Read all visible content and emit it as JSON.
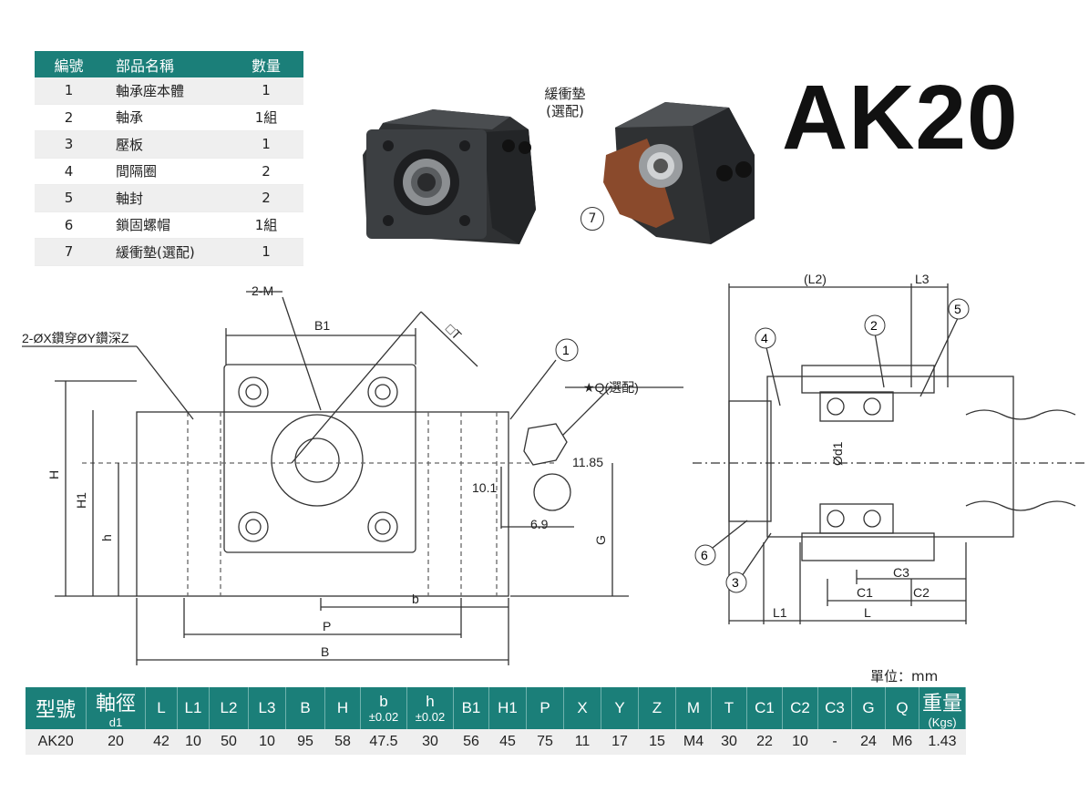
{
  "parts_table": {
    "headers": [
      "編號",
      "部品名稱",
      "數量"
    ],
    "rows": [
      [
        "1",
        "軸承座本體",
        "1"
      ],
      [
        "2",
        "軸承",
        "1組"
      ],
      [
        "3",
        "壓板",
        "1"
      ],
      [
        "4",
        "間隔圈",
        "2"
      ],
      [
        "5",
        "軸封",
        "2"
      ],
      [
        "6",
        "鎖固螺帽",
        "1組"
      ],
      [
        "7",
        "緩衝墊(選配)",
        "1"
      ]
    ]
  },
  "model_title": "AK20",
  "photo": {
    "cushion_label_line1": "緩衝墊",
    "cushion_label_line2": "(選配)",
    "cushion_marker": "7"
  },
  "front_view": {
    "label_2M": "2-M",
    "label_hole": "2-ØX鑽穿ØY鑽深Z",
    "label_B1": "B1",
    "label_T": "□T",
    "marker_1": "1",
    "label_Q": "★Q(選配)",
    "dim_1185": "11.85",
    "dim_101": "10.1",
    "dim_69": "6.9",
    "label_H": "H",
    "label_H1": "H1",
    "label_h": "h",
    "label_G": "G",
    "label_b": "b",
    "label_P": "P",
    "label_B": "B"
  },
  "section_view": {
    "label_L2": "(L2)",
    "label_L3": "L3",
    "marker_2": "2",
    "marker_3": "3",
    "marker_4": "4",
    "marker_5": "5",
    "marker_6": "6",
    "label_d1": "Ød1",
    "label_C3": "C3",
    "label_C1": "C1",
    "label_C2": "C2",
    "label_L1": "L1",
    "label_L": "L"
  },
  "unit_label": "單位：mm",
  "spec_table": {
    "headers": [
      {
        "top": "型號",
        "sub": ""
      },
      {
        "top": "軸徑",
        "sub": "d1"
      },
      {
        "top": "L",
        "sub": ""
      },
      {
        "top": "L1",
        "sub": ""
      },
      {
        "top": "L2",
        "sub": ""
      },
      {
        "top": "L3",
        "sub": ""
      },
      {
        "top": "B",
        "sub": ""
      },
      {
        "top": "H",
        "sub": ""
      },
      {
        "top": "b",
        "sub": "±0.02"
      },
      {
        "top": "h",
        "sub": "±0.02"
      },
      {
        "top": "B1",
        "sub": ""
      },
      {
        "top": "H1",
        "sub": ""
      },
      {
        "top": "P",
        "sub": ""
      },
      {
        "top": "X",
        "sub": ""
      },
      {
        "top": "Y",
        "sub": ""
      },
      {
        "top": "Z",
        "sub": ""
      },
      {
        "top": "M",
        "sub": ""
      },
      {
        "top": "T",
        "sub": ""
      },
      {
        "top": "C1",
        "sub": ""
      },
      {
        "top": "C2",
        "sub": ""
      },
      {
        "top": "C3",
        "sub": ""
      },
      {
        "top": "G",
        "sub": ""
      },
      {
        "top": "Q",
        "sub": ""
      },
      {
        "top": "重量",
        "sub": "(Kgs)"
      }
    ],
    "row": [
      "AK20",
      "20",
      "42",
      "10",
      "50",
      "10",
      "95",
      "58",
      "47.5",
      "30",
      "56",
      "45",
      "75",
      "11",
      "17",
      "15",
      "M4",
      "30",
      "22",
      "10",
      "-",
      "24",
      "M6",
      "1.43"
    ]
  },
  "colors": {
    "accent": "#1b7f79",
    "row_alt": "#efefef",
    "block_dark": "#3a3c3e",
    "cushion": "#8a4a2c"
  }
}
